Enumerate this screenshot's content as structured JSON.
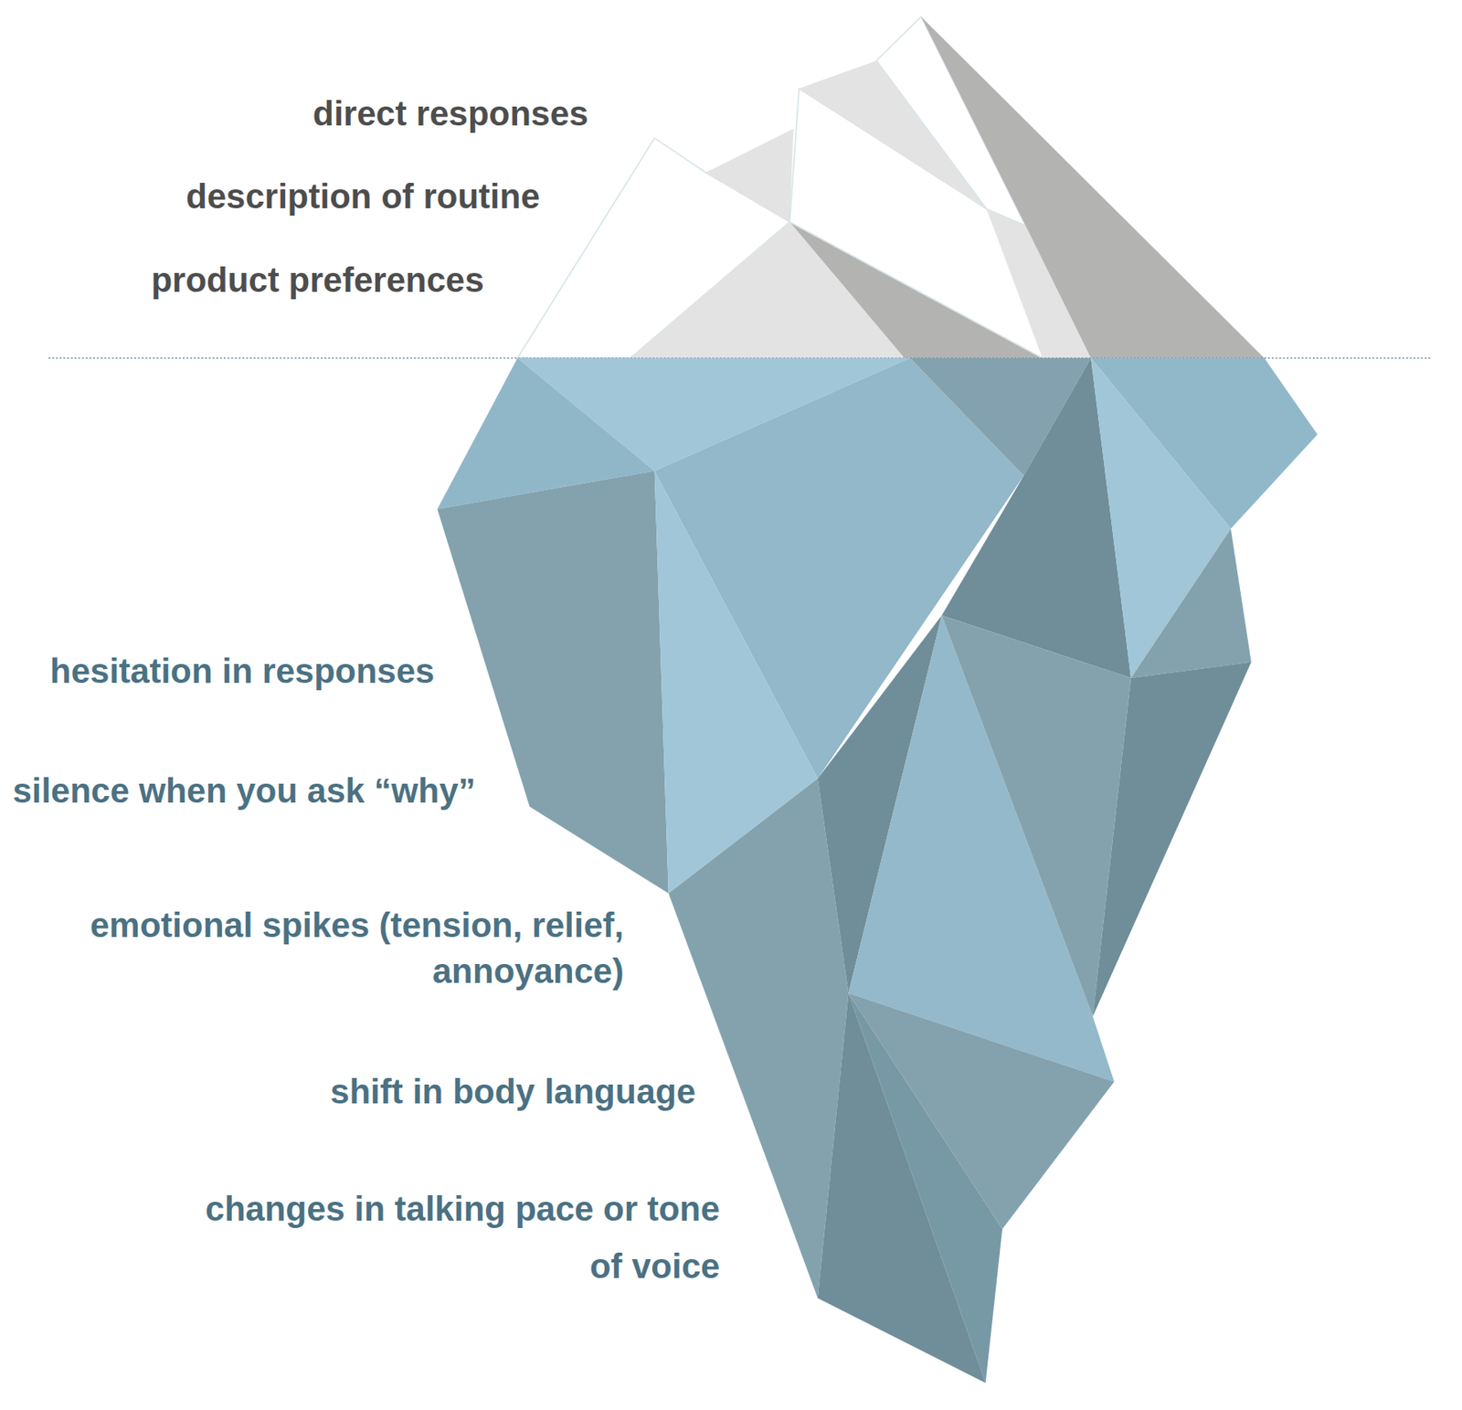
{
  "diagram": {
    "labels": [
      "direct responses",
      "description of routine",
      "product preferences",
      "hesitation in responses",
      "silence when you ask “why”",
      "emotional spikes (tension, relief, annoyance)",
      "shift in body language",
      "changes in talking pace or tone of voice"
    ]
  }
}
